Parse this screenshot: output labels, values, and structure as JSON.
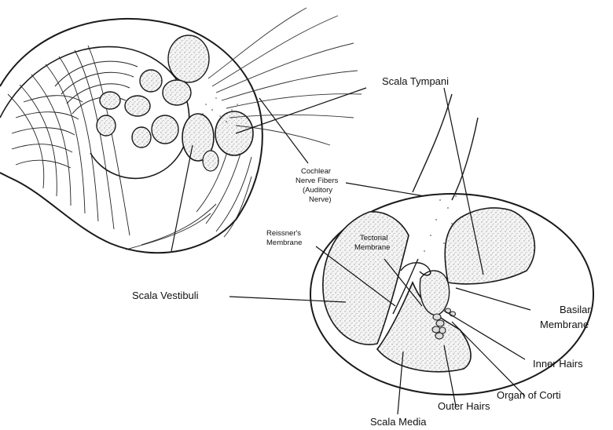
{
  "labels": {
    "scala_tympani": "Scala Tympani",
    "cochlear_nerve_1": "Cochlear",
    "cochlear_nerve_2": "Nerve Fibers",
    "cochlear_nerve_3": "(Auditory",
    "cochlear_nerve_4": "Nerve)",
    "reissners_1": "Reissner's",
    "reissners_2": "Membrane",
    "tectorial_1": "Tectorial",
    "tectorial_2": "Membrane",
    "scala_vestibuli": "Scala Vestibuli",
    "basilar_1": "Basilar",
    "basilar_2": "Membrane",
    "inner_hairs": "Inner Hairs",
    "organ_of_corti": "Organ of Corti",
    "outer_hairs": "Outer Hairs",
    "scala_media": "Scala Media"
  }
}
